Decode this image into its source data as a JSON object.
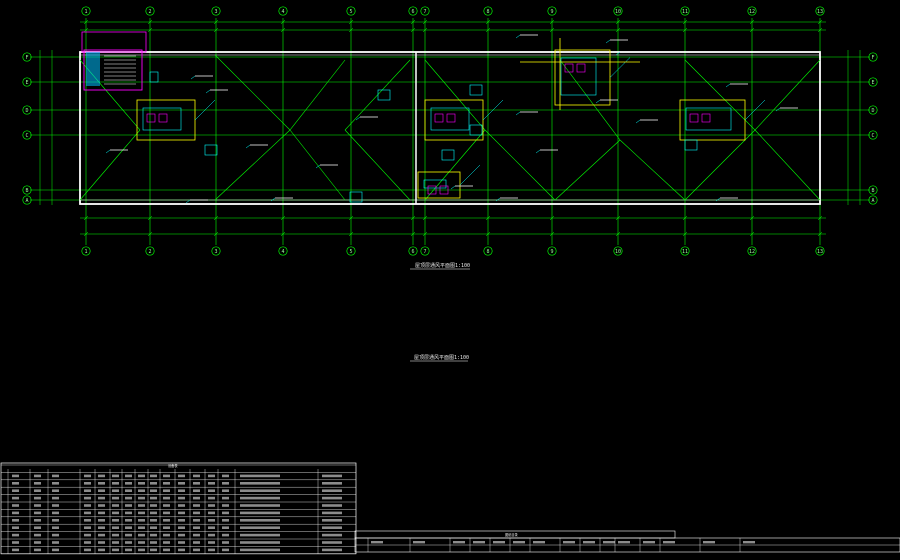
{
  "drawing": {
    "columns_top": [
      "1",
      "2",
      "3",
      "4",
      "5",
      "6",
      "7",
      "8",
      "9",
      "10",
      "11",
      "12",
      "13"
    ],
    "rows_side": [
      "F",
      "E",
      "D",
      "C",
      "B",
      "A"
    ],
    "plan_title": "屋顶层通风平面图1:100",
    "lower_title": "屋顶层通风平面图1:100"
  },
  "colors": {
    "background": "#000000",
    "grid": "#00ff00",
    "wall": "#ffffff",
    "duct": "#ffff00",
    "equipment": "#00ffff",
    "accent": "#ff00ff",
    "stair_fill": "#00bfff"
  },
  "equipment_table": {
    "header": "设备表",
    "rows": 11
  },
  "title_block": {
    "header": "图纸目录"
  }
}
